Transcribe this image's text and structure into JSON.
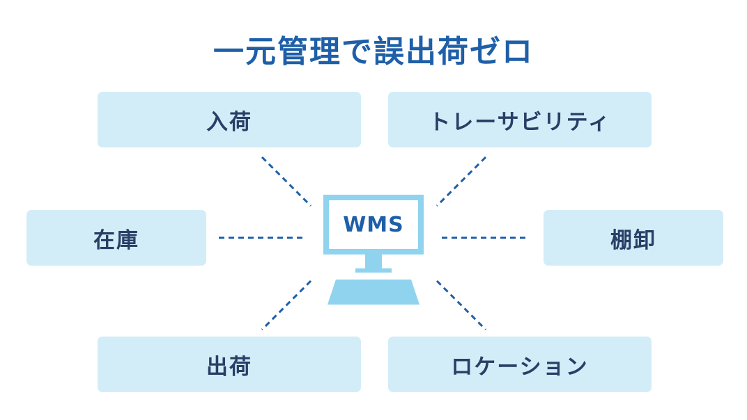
{
  "title": "一元管理で誤出荷ゼロ",
  "center": {
    "label": "WMS"
  },
  "nodes": {
    "nyuka": "入荷",
    "traceability": "トレーサビリティ",
    "zaiko": "在庫",
    "tanaoroshi": "棚卸",
    "shukka": "出荷",
    "location": "ロケーション"
  },
  "colors": {
    "title": "#1e5fa8",
    "box_fill": "#d3edf8",
    "box_text": "#2a3e66",
    "monitor": "#8fd3ef",
    "connector": "#1e5fa8"
  }
}
